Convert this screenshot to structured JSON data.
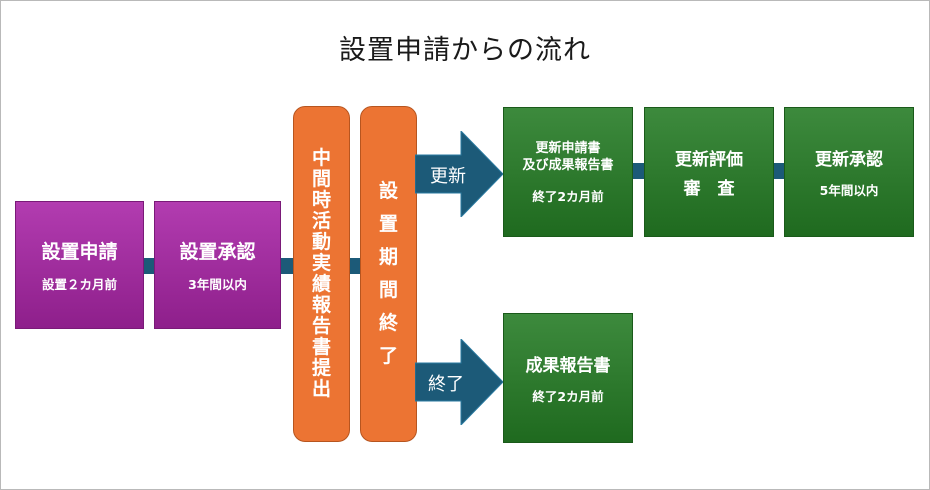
{
  "title": "設置申請からの流れ",
  "steps": {
    "application": {
      "label": "設置申請",
      "sub": "設置２カ月前"
    },
    "approval": {
      "label": "設置承認",
      "sub": "3年間以内"
    },
    "interim": {
      "label": "中間時活動実績報告書提出"
    },
    "period_end": {
      "label": "設置期間終了"
    },
    "renew_apply": {
      "line1": "更新申請書",
      "line2": "及び成果報告書",
      "sub": "終了2カ月前"
    },
    "renew_review": {
      "line1": "更新評価",
      "line2": "審　査"
    },
    "renew_approval": {
      "label": "更新承認",
      "sub": "5年間以内"
    },
    "final_report": {
      "label": "成果報告書",
      "sub": "終了2カ月前"
    }
  },
  "branches": {
    "renew": "更新",
    "end": "終了"
  },
  "colors": {
    "purple": "#9c2b9a",
    "orange": "#ec7433",
    "green": "#2e7a2e",
    "connector": "#1c5a78"
  }
}
